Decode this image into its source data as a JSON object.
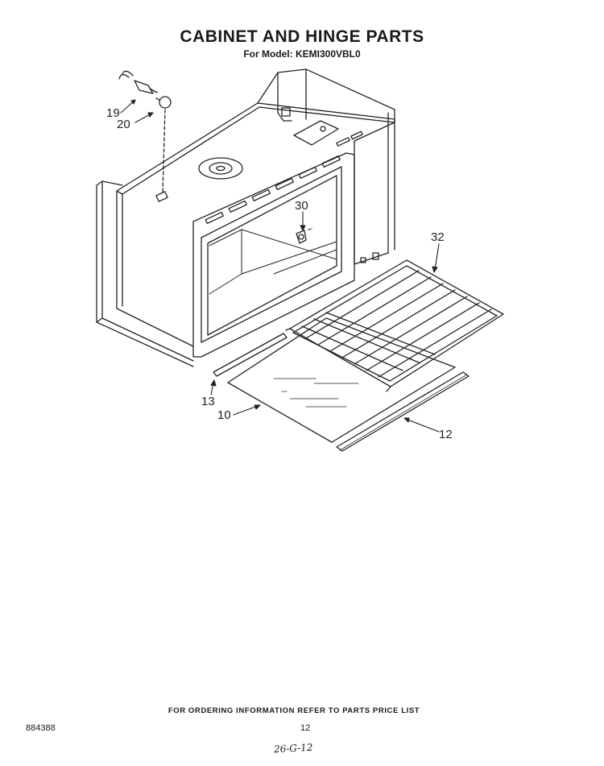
{
  "header": {
    "title": "CABINET AND HINGE PARTS",
    "subtitle": "For Model: KEMI300VBL0"
  },
  "callouts": [
    {
      "id": "19",
      "label": "19"
    },
    {
      "id": "20",
      "label": "20"
    },
    {
      "id": "30",
      "label": "30"
    },
    {
      "id": "32",
      "label": "32"
    },
    {
      "id": "13",
      "label": "13"
    },
    {
      "id": "10",
      "label": "10"
    },
    {
      "id": "12",
      "label": "12"
    }
  ],
  "footer": {
    "ordering_note": "FOR ORDERING INFORMATION REFER TO PARTS PRICE LIST",
    "doc_number": "884388",
    "page_number": "12",
    "handwritten_note": "26-G-12"
  }
}
